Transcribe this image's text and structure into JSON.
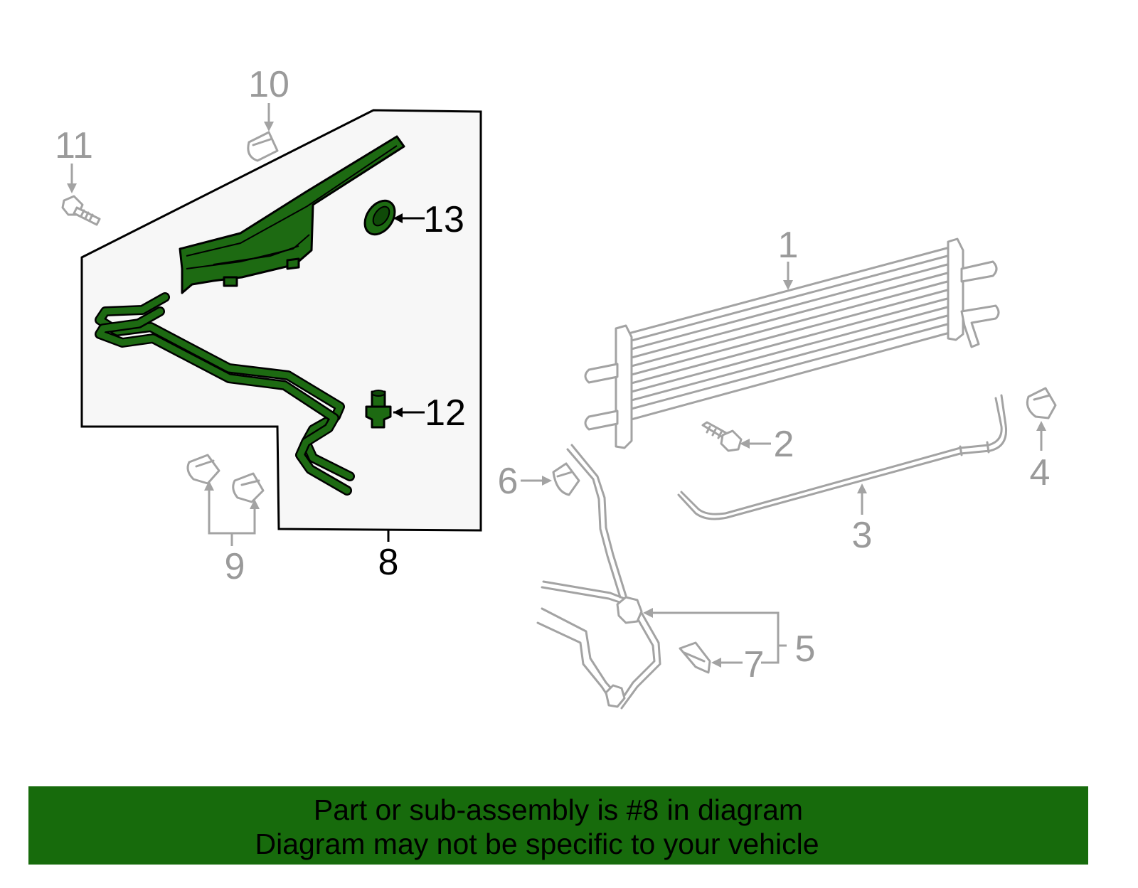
{
  "callouts": {
    "c1": "1",
    "c2": "2",
    "c3": "3",
    "c4": "4",
    "c5": "5",
    "c6": "6",
    "c7": "7",
    "c8": "8",
    "c9": "9",
    "c10": "10",
    "c11": "11",
    "c12": "12",
    "c13": "13"
  },
  "highlighted_part": "8",
  "colors": {
    "highlight_green": "#1d6a12",
    "banner_green": "#176b0c",
    "ghost_grey": "#a3a3a3",
    "callout_grey": "#9a9a9a"
  },
  "banner": {
    "line1": "Part or sub-assembly is #8 in diagram",
    "line2": "Diagram may not be specific to your vehicle"
  }
}
